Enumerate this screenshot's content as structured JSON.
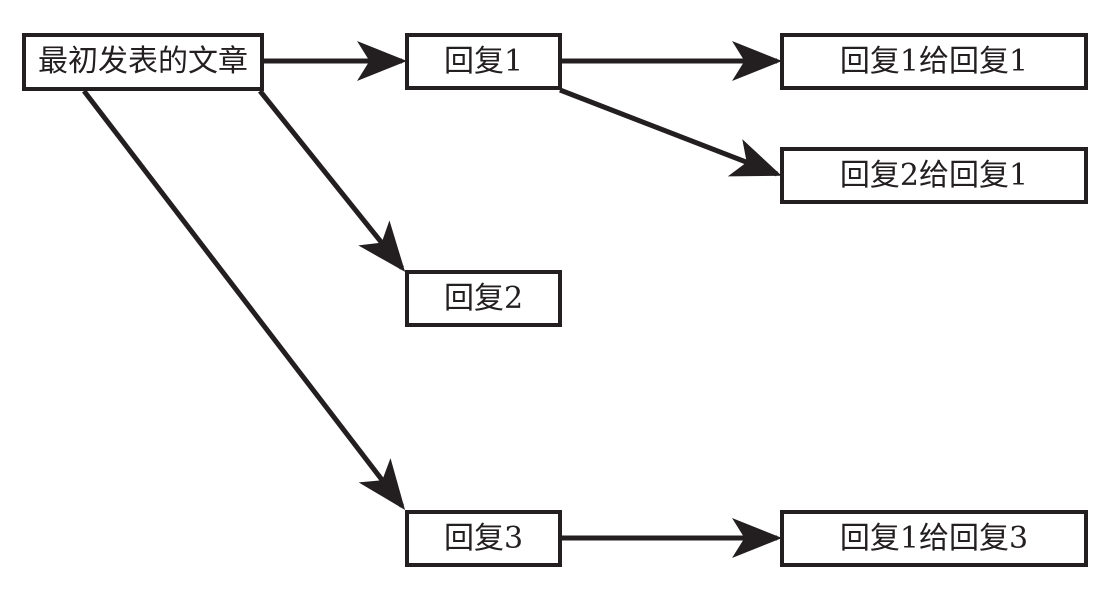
{
  "diagram": {
    "nodes": {
      "root": "最初发表的文章",
      "reply1": "回复1",
      "reply2": "回复2",
      "reply3": "回复3",
      "reply1_to_reply1": "回复1给回复1",
      "reply2_to_reply1": "回复2给回复1",
      "reply1_to_reply3": "回复1给回复3"
    },
    "edges": [
      {
        "from": "root",
        "to": "reply1"
      },
      {
        "from": "root",
        "to": "reply2"
      },
      {
        "from": "root",
        "to": "reply3"
      },
      {
        "from": "reply1",
        "to": "reply1_to_reply1"
      },
      {
        "from": "reply1",
        "to": "reply2_to_reply1"
      },
      {
        "from": "reply3",
        "to": "reply1_to_reply3"
      }
    ],
    "colors": {
      "stroke": "#231f20",
      "background": "#ffffff"
    }
  }
}
